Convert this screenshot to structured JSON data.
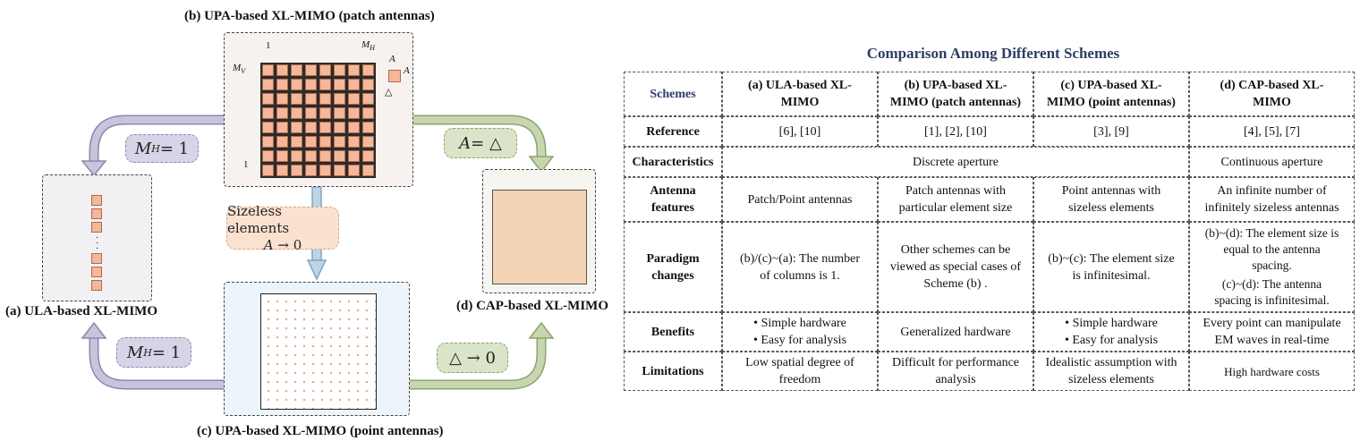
{
  "diagram": {
    "caption_b": "(b) UPA-based XL-MIMO (patch antennas)",
    "caption_a": "(a) ULA-based XL-MIMO",
    "caption_c": "(c) UPA-based XL-MIMO (point antennas)",
    "caption_d": "(d) CAP-based XL-MIMO",
    "label_1_top": "1",
    "label_mh": "M",
    "label_mh_sub": "H",
    "label_mv": "M",
    "label_mv_sub": "V",
    "label_1_left": "1",
    "label_A_top": "A",
    "label_A_side": "A",
    "label_delta": "△",
    "pill_mh1_top": "M",
    "pill_mh1_top_sub": "H",
    "pill_mh1_top_rest": " = 1",
    "pill_mh1_bottom": "M",
    "pill_mh1_bottom_sub": "H",
    "pill_mh1_bottom_rest": " = 1",
    "pill_a_eq_delta_a": "A",
    "pill_a_eq_delta_rest": " = △",
    "pill_delta_to_0": "△ → 0",
    "pill_sizeless_line1": "Sizeless elements",
    "pill_sizeless_line2_a": "A",
    "pill_sizeless_line2_rest": " → 0",
    "colors": {
      "element_fill": "#f4b79a",
      "purple_arrow": "#c9c3dc",
      "green_arrow": "#c7d6b0",
      "blue_arrow": "#bcd5e6",
      "cap_fill": "#f5d3b6"
    }
  },
  "table": {
    "title": "Comparison Among  Different Schemes",
    "header": {
      "schemes": "Schemes",
      "a_l1": "(a) ULA-based XL-",
      "a_l2": "MIMO",
      "b_l1": "(b) UPA-based XL-",
      "b_l2": "MIMO (patch antennas)",
      "c_l1": "(c) UPA-based XL-",
      "c_l2": "MIMO (point antennas)",
      "d_l1": "(d) CAP-based XL-",
      "d_l2": "MIMO"
    },
    "reference": {
      "label": "Reference",
      "a": "[6], [10]",
      "b": "[1], [2], [10]",
      "c": "[3], [9]",
      "d": "[4], [5], [7]"
    },
    "characteristics": {
      "label": "Characteristics",
      "abc": "Discrete aperture",
      "d": "Continuous aperture"
    },
    "antenna": {
      "label_l1": "Antenna",
      "label_l2": "features",
      "a": "Patch/Point antennas",
      "b_l1": "Patch antennas with",
      "b_l2": "particular element size",
      "c_l1": "Point antennas with",
      "c_l2": "sizeless elements",
      "d_l1": "An infinite number of",
      "d_l2": "infinitely sizeless antennas"
    },
    "paradigm": {
      "label_l1": "Paradigm",
      "label_l2": "changes",
      "a_l1": "(b)/(c)~(a): The number",
      "a_l2": "of columns is 1.",
      "b_l1": "Other schemes can be",
      "b_l2": "viewed as special cases of",
      "b_l3": "Scheme (b) .",
      "c_l1": "(b)~(c): The element size",
      "c_l2": "is infinitesimal.",
      "d_l1": "(b)~(d): The element size is",
      "d_l2": "equal to the antenna",
      "d_l3": "spacing.",
      "d_l4": "(c)~(d): The antenna",
      "d_l5": "spacing is infinitesimal."
    },
    "benefits": {
      "label": "Benefits",
      "a_l1": "• Simple hardware",
      "a_l2": "• Easy for analysis",
      "b": "Generalized hardware",
      "c_l1": "• Simple hardware",
      "c_l2": "• Easy for analysis",
      "d_l1": "Every point can manipulate",
      "d_l2": "EM waves in real-time"
    },
    "limitations": {
      "label": "Limitations",
      "a_l1": "Low spatial degree of",
      "a_l2": "freedom",
      "b_l1": "Difficult for performance",
      "b_l2": "analysis",
      "c_l1": "Idealistic assumption with",
      "c_l2": "sizeless elements",
      "d": "High hardware costs"
    }
  }
}
